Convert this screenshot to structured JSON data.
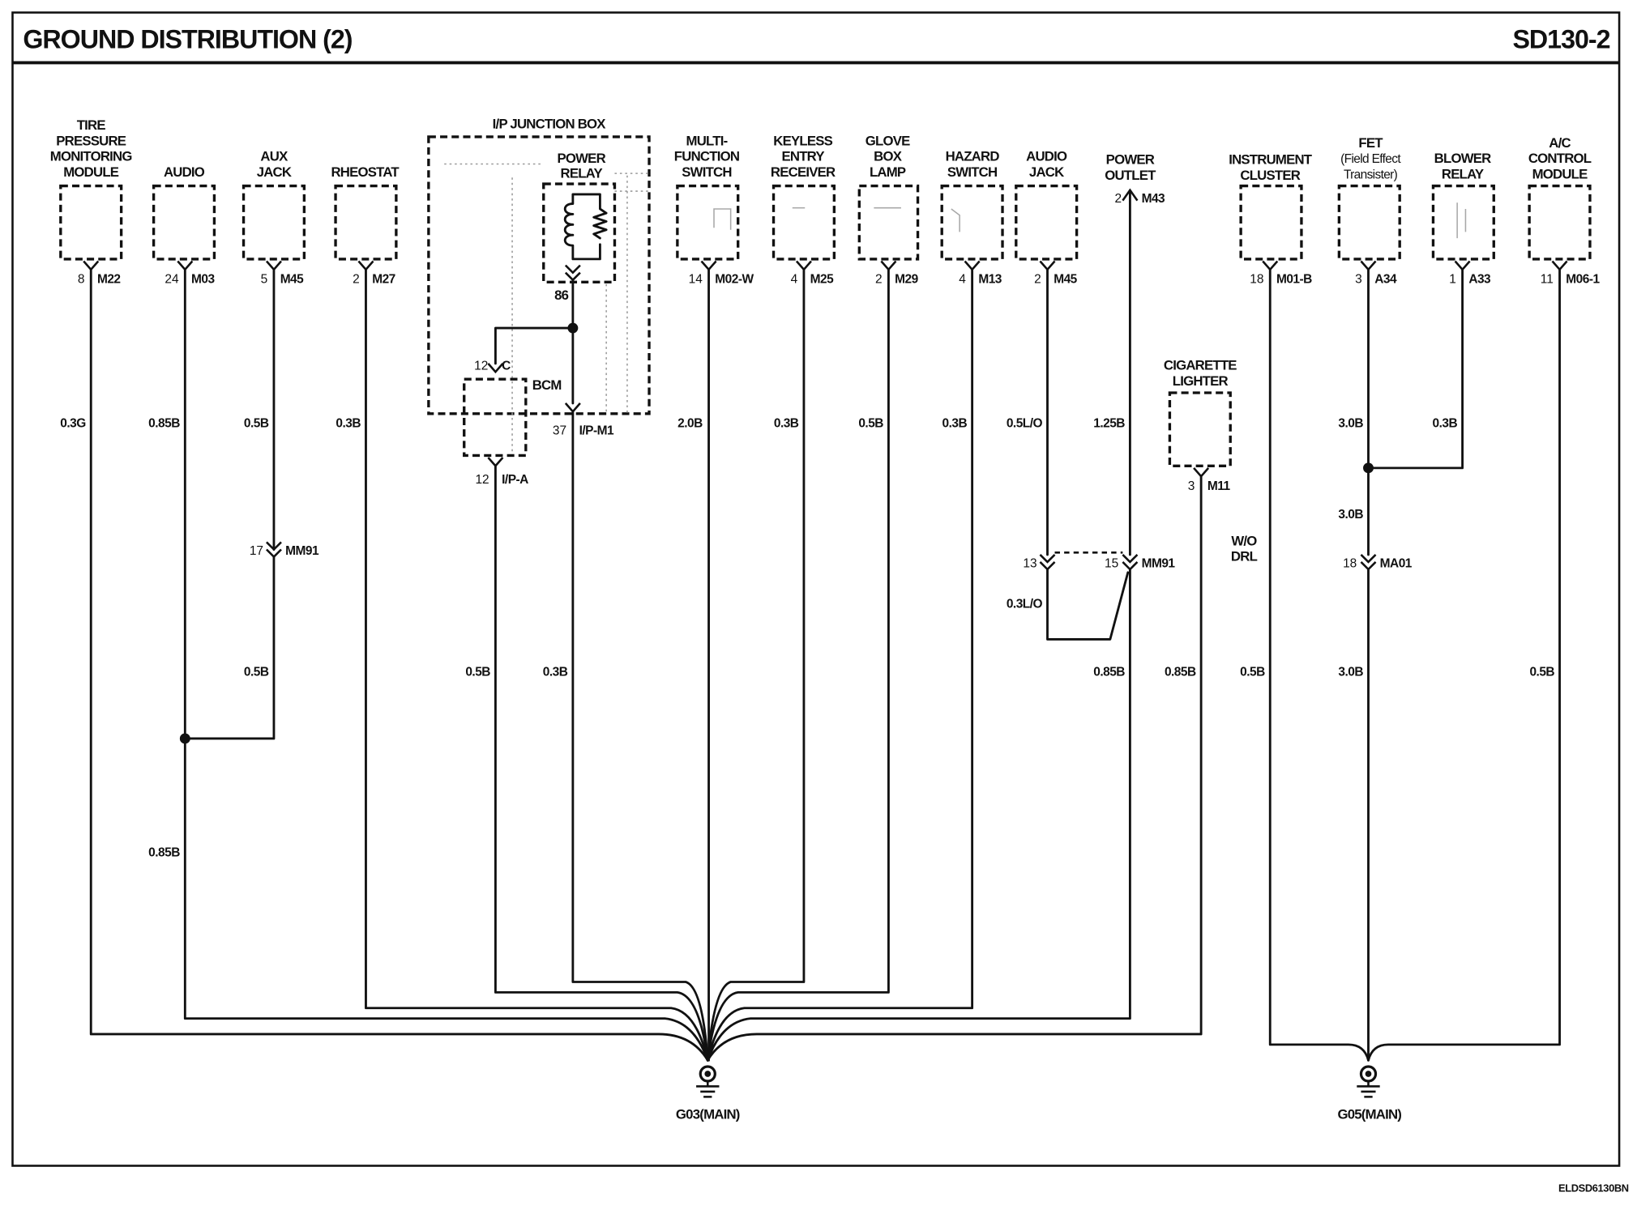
{
  "header": {
    "title": "GROUND DISTRIBUTION (2)",
    "code": "SD130-2"
  },
  "footer": {
    "figure_code": "ELDSD6130BN"
  },
  "components": {
    "tpms": {
      "label": [
        "TIRE",
        "PRESSURE",
        "MONITORING",
        "MODULE"
      ],
      "pin": "8",
      "connector": "M22"
    },
    "audio": {
      "label": [
        "AUDIO"
      ],
      "pin": "24",
      "connector": "M03"
    },
    "aux_jack": {
      "label": [
        "AUX",
        "JACK"
      ],
      "pin": "5",
      "connector": "M45",
      "inline_pin": "17",
      "inline_connector": "MM91"
    },
    "rheostat": {
      "label": [
        "RHEOSTAT"
      ],
      "pin": "2",
      "connector": "M27"
    },
    "ip_junction_box": {
      "label": "I/P JUNCTION BOX",
      "relay_label": [
        "POWER",
        "RELAY"
      ],
      "relay_pin": "86",
      "output_pin": "37",
      "output_connector": "I/P-M1"
    },
    "bcm": {
      "label": "BCM",
      "input_pin": "12",
      "input_connector": "C",
      "pin": "12",
      "connector": "I/P-A"
    },
    "multi_function_switch": {
      "label": [
        "MULTI-",
        "FUNCTION",
        "SWITCH"
      ],
      "pin": "14",
      "connector": "M02-W"
    },
    "keyless_entry_receiver": {
      "label": [
        "KEYLESS",
        "ENTRY",
        "RECEIVER"
      ],
      "pin": "4",
      "connector": "M25"
    },
    "glove_box_lamp": {
      "label": [
        "GLOVE",
        "BOX",
        "LAMP"
      ],
      "pin": "2",
      "connector": "M29"
    },
    "hazard_switch": {
      "label": [
        "HAZARD",
        "SWITCH"
      ],
      "pin": "4",
      "connector": "M13"
    },
    "audio_jack": {
      "label": [
        "AUDIO",
        "JACK"
      ],
      "pin": "2",
      "connector": "M45",
      "inline_pin": "13"
    },
    "power_outlet": {
      "label": [
        "POWER",
        "OUTLET"
      ],
      "pin": "2",
      "connector": "M43",
      "inline_pin": "15",
      "inline_connector": "MM91"
    },
    "cigarette_lighter": {
      "label": [
        "CIGARETTE",
        "LIGHTER"
      ],
      "pin": "3",
      "connector": "M11",
      "note": [
        "W/O",
        "DRL"
      ]
    },
    "instrument_cluster": {
      "label": [
        "INSTRUMENT",
        "CLUSTER"
      ],
      "pin": "18",
      "connector": "M01-B"
    },
    "fet": {
      "label": [
        "FET",
        "(Field Effect",
        "Transister)"
      ],
      "pin": "3",
      "connector": "A34",
      "inline_pin": "18",
      "inline_connector": "MA01"
    },
    "blower_relay": {
      "label": [
        "BLOWER",
        "RELAY"
      ],
      "pin": "1",
      "connector": "A33"
    },
    "ac_control_module": {
      "label": [
        "A/C",
        "CONTROL",
        "MODULE"
      ],
      "pin": "11",
      "connector": "M06-1"
    }
  },
  "wires": {
    "tpms": "0.3G",
    "audio_upper": "0.85B",
    "audio_lower": "0.85B",
    "aux_upper": "0.5B",
    "aux_lower": "0.5B",
    "rheostat": "0.3B",
    "bcm": "0.5B",
    "junction_box": "0.3B",
    "multi_function_switch": "2.0B",
    "keyless": "0.3B",
    "glove_box": "0.5B",
    "hazard": "0.3B",
    "audio_jack_upper": "0.5L/O",
    "audio_jack_lower": "0.3L/O",
    "power_outlet_upper": "1.25B",
    "power_outlet_lower": "0.85B",
    "cigarette_lighter": "0.85B",
    "instrument_cluster": "0.5B",
    "fet_upper": "3.0B",
    "fet_mid": "3.0B",
    "fet_lower": "3.0B",
    "blower_relay": "0.3B",
    "ac_control_module": "0.5B"
  },
  "grounds": {
    "left": "G03(MAIN)",
    "right": "G05(MAIN)"
  }
}
